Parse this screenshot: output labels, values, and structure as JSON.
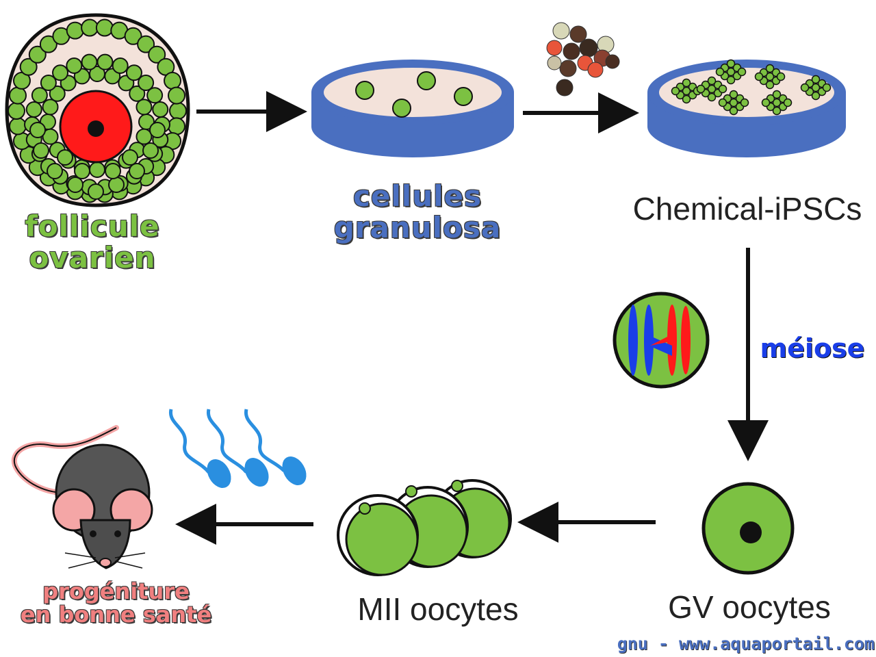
{
  "labels": {
    "follicle_line1": "follicule",
    "follicle_line2": "ovarien",
    "granulosa_line1": "cellules",
    "granulosa_line2": "granulosa",
    "ipsc": "Chemical-iPSCs",
    "meiosis": "méiose",
    "gv": "GV oocytes",
    "mii": "MII oocytes",
    "offspring_line1": "progéniture",
    "offspring_line2": "en bonne santé"
  },
  "credit": "gnu - www.aquaportail.com",
  "colors": {
    "cell_green": "#7cc142",
    "dish_blue": "#4a6fc0",
    "oocyte_red": "#ff1a1a",
    "medium_pink": "#f3e2da",
    "arrow": "#111111",
    "sperm_blue": "#2a8fe0",
    "offspring_pink": "#f08080"
  }
}
